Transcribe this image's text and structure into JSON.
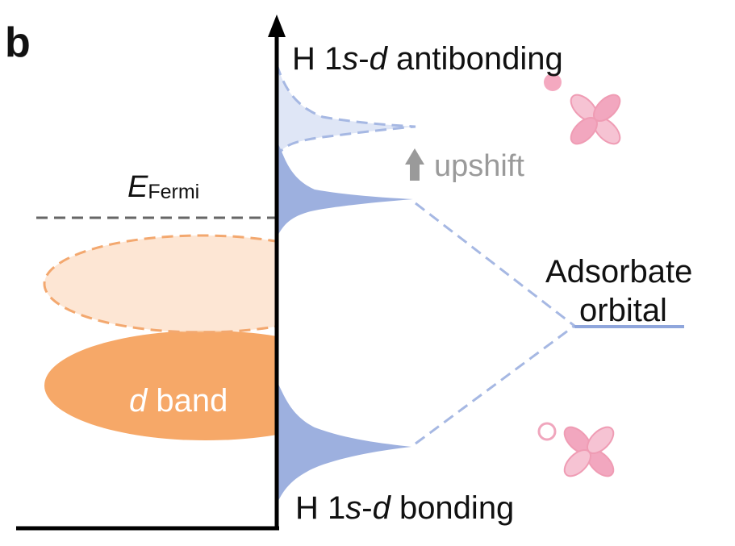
{
  "panel_label": "b",
  "fermi_label": {
    "main": "E",
    "sub": "Fermi"
  },
  "d_band_label": {
    "italic": "d",
    "rest": " band"
  },
  "antibonding_label": {
    "pre": "H 1",
    "s": "s",
    "dash": "-",
    "d": "d",
    "post": " antibonding"
  },
  "bonding_label": {
    "pre": "H 1",
    "s": "s",
    "dash": "-",
    "d": "d",
    "post": " bonding"
  },
  "upshift_label": "upshift",
  "adsorbate_label": {
    "line1": "Adsorbate",
    "line2": "orbital"
  },
  "colors": {
    "axis": "#000000",
    "fermi_line": "#666666",
    "d_band_fill": "#f6a868",
    "d_band_shifted_fill": "#fde6d4",
    "d_band_dash": "#f3a86f",
    "peak_fill": "#9db0df",
    "peak_light_fill": "#dfe6f6",
    "connector": "#a6b8e3",
    "upshift": "#9a9a9a",
    "orbital_pink": "#ef9cb4",
    "orbital_pink_light": "#f6c3d3"
  }
}
